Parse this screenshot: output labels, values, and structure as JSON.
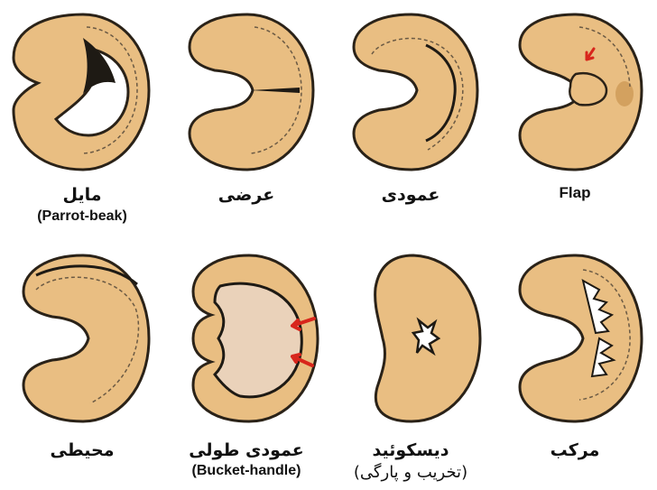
{
  "figure": {
    "colors": {
      "tissue": "#E9BE82",
      "tissue_inner": "#DDA968",
      "outline": "#2a2218",
      "dashed": "#6b5a44",
      "tear": "#1e1a14",
      "arrow": "#D8261C",
      "exposed": "#EAD2BA"
    },
    "panels": [
      {
        "id": "oblique",
        "label_fa": "مایل",
        "label_en": "(Parrot-beak)"
      },
      {
        "id": "transverse",
        "label_fa": "عرضی",
        "label_en": ""
      },
      {
        "id": "vertical",
        "label_fa": "عمودی",
        "label_en": ""
      },
      {
        "id": "flap",
        "label_fa": "",
        "label_en": "Flap"
      },
      {
        "id": "circumferential",
        "label_fa": "محیطی",
        "label_en": ""
      },
      {
        "id": "bucket-handle",
        "label_fa": "عمودی طولی",
        "label_en": "(Bucket-handle)"
      },
      {
        "id": "discoid",
        "label_fa": "دیسکوئید",
        "label_en": "(تخریب و پارگی)"
      },
      {
        "id": "complex",
        "label_fa": "مرکب",
        "label_en": ""
      }
    ]
  }
}
